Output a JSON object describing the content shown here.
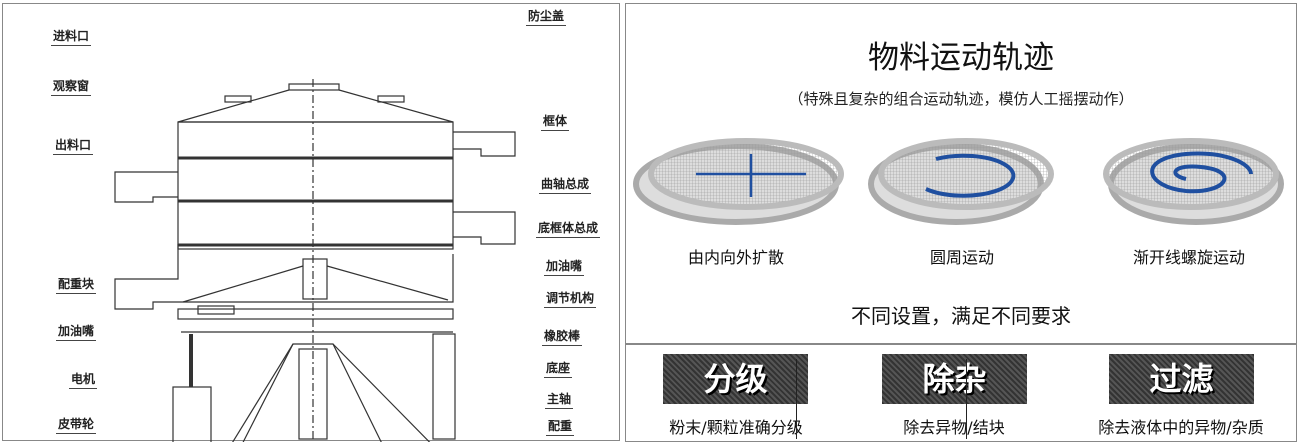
{
  "diagram": {
    "labels_left": [
      "进料口",
      "观察窗",
      "出料口",
      "配重块",
      "加油嘴",
      "电机",
      "皮带轮"
    ],
    "labels_right": [
      "防尘盖",
      "框体",
      "曲轴总成",
      "底框体总成",
      "加油嘴",
      "调节机构",
      "橡胶棒",
      "底座",
      "主轴",
      "配重"
    ]
  },
  "panel": {
    "title": "物料运动轨迹",
    "subtitle": "（特殊且复杂的组合运动轨迹，模仿人工摇摆动作）",
    "motions": [
      "由内向外扩散",
      "圆周运动",
      "渐开线螺旋运动"
    ],
    "requirement": "不同设置，满足不同要求",
    "features": [
      {
        "title": "分级",
        "desc": "粉末/颗粒准确分级"
      },
      {
        "title": "除杂",
        "desc": "除去异物/结块"
      },
      {
        "title": "过滤",
        "desc": "除去液体中的异物/杂质"
      }
    ],
    "accent": "#1f4fa0"
  }
}
